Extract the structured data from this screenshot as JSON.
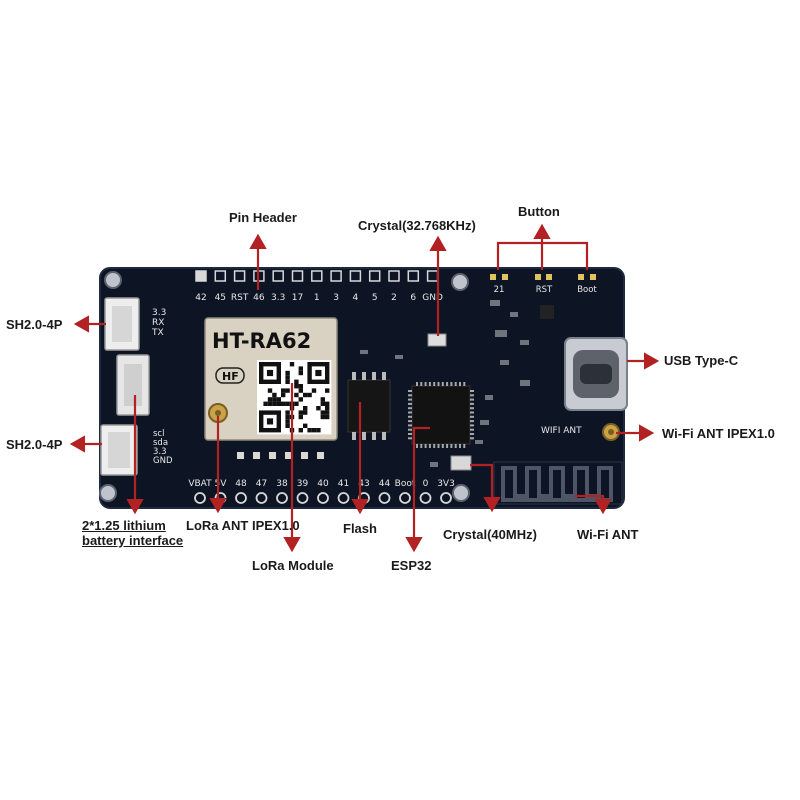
{
  "callouts": {
    "pin_header": "Pin Header",
    "crystal_32k": "Crystal(32.768KHz)",
    "button": "Button",
    "sh_top": "SH2.0-4P",
    "sh_bottom": "SH2.0-4P",
    "usb_c": "USB Type-C",
    "wifi_ipex": "Wi-Fi  ANT IPEX1.0",
    "battery_line1": "2*1.25 lithium",
    "battery_line2": "battery interface",
    "lora_ant": "LoRa  ANT  IPEX1.0",
    "flash": "Flash",
    "crystal_40m": "Crystal(40MHz)",
    "wifi_ant": "Wi-Fi  ANT",
    "lora_module": "LoRa Module",
    "esp32": "ESP32"
  },
  "board": {
    "top_pins": [
      "42",
      "45",
      "RST",
      "46",
      "3.3",
      "17",
      "1",
      "3",
      "4",
      "5",
      "2",
      "6",
      "GND"
    ],
    "bottom_pins": [
      "VBAT",
      "5V",
      "48",
      "47",
      "38",
      "39",
      "40",
      "41",
      "43",
      "44",
      "Boot",
      "0",
      "3V3"
    ],
    "uart_labels": [
      "3.3",
      "RX",
      "TX"
    ],
    "i2c_labels": [
      "scl",
      "sda",
      "3.3",
      "GND"
    ],
    "button_labels": [
      "21",
      "RST",
      "Boot"
    ],
    "module_title": "HT-RA62",
    "module_badge": "HF",
    "wifi_text": "WIFI ANT"
  },
  "colors": {
    "arrow": "#b22222",
    "pcb": "#0d1424",
    "pcb_edge": "#1f2a40",
    "silk": "#e8e8e8",
    "module": "#d9d2c3"
  }
}
